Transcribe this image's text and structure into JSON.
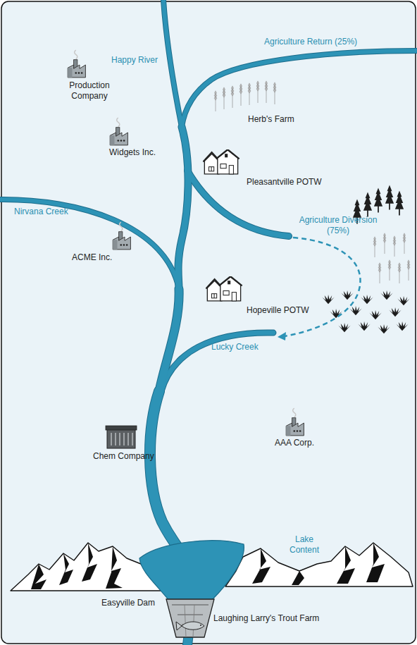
{
  "diagram": {
    "labels": [
      "Happy River",
      "Agriculture Return (25%)",
      "Herb's Farm",
      "Production Company",
      "Widgets Inc.",
      "Pleasantville POTW",
      "Nirvana Creek",
      "Agriculture Diversion (75%)",
      "ACME Inc.",
      "Hopeville POTW",
      "Lucky Creek",
      "AAA Corp.",
      "Chem Company",
      "Lake Content",
      "Easyville Dam",
      "Laughing Larry's Trout Farm"
    ]
  }
}
